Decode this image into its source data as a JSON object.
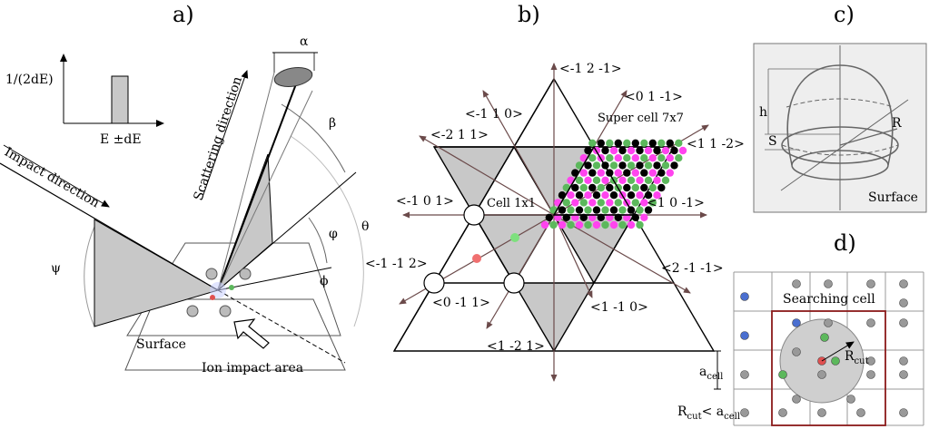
{
  "panels": {
    "a": {
      "letter": "a)",
      "y_axis_label": "1/(2dE)",
      "x_tick_label": "E ±dE",
      "impact_direction": "Impact direction",
      "scattering_direction": "Scattering direction",
      "surface": "Surface",
      "ion_impact_area": "Ion impact area",
      "alpha": "α",
      "beta": "β",
      "theta": "θ",
      "psi": "ψ",
      "phi_upper": "φ",
      "phi_lower": "ϕ"
    },
    "b": {
      "letter": "b)",
      "super_cell": "Super cell 7x7",
      "cell_1x1": "Cell 1x1",
      "directions": [
        "<-1 2 -1>",
        "<0 1 -1>",
        "<-1 1 0>",
        "<-2 1 1>",
        "<1 1 -2>",
        "<-1 0 1>",
        "<1 0 -1>",
        "<-1 -1 2>",
        "<2 -1 -1>",
        "<0 -1 1>",
        "<1 -1 0>",
        "<1 -2 1>"
      ]
    },
    "c": {
      "letter": "c)",
      "h": "h",
      "s": "S",
      "r": "R",
      "surface": "Surface"
    },
    "d": {
      "letter": "d)",
      "searching_cell": "Searching cell",
      "a_cell": "a",
      "a_cell_sub": "cell",
      "r_cut": "R",
      "r_cut_sub": "cut",
      "condition_r": "R",
      "condition_r_sub": "cut",
      "condition_mid": "< a",
      "condition_a_sub": "cell"
    }
  },
  "colors": {
    "gray_fill": "#c8c8c8",
    "dark_red": "#8b1a1a",
    "arrow_brown": "#6b4a4a",
    "atom_blue": "#4a6fd0",
    "atom_green": "#5cb85c",
    "atom_red": "#e05050",
    "atom_magenta": "#ff44ee",
    "atom_yellow": "#ffff33",
    "atom_gray": "#999999"
  }
}
